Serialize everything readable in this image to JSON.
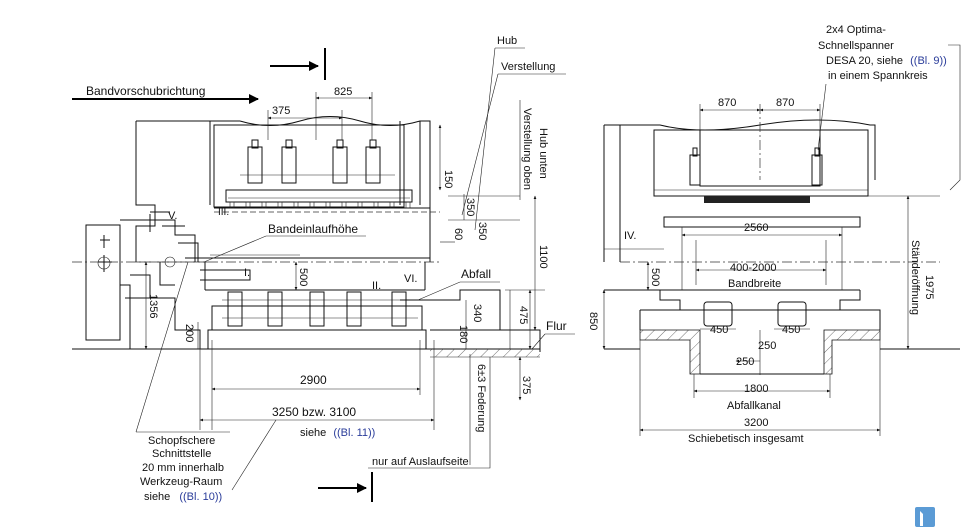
{
  "left_view": {
    "direction_label": "Bandvorschubrichtung",
    "dim_825": "825",
    "dim_375_top": "375",
    "dim_150": "150",
    "dim_350a": "350",
    "dim_350b": "350",
    "dim_60": "60",
    "dim_1100": "1100",
    "dim_500": "500",
    "dim_475": "475",
    "dim_340": "340",
    "dim_180": "180",
    "dim_200": "200",
    "dim_1356": "1356",
    "dim_375_side": "375",
    "dim_2900": "2900",
    "dim_3250": "3250  bzw.  3100",
    "dim_federung": "6±3  Federung",
    "label_hub": "Hub",
    "label_verstellung": "Verstellung",
    "label_hub_unten": "Hub unten",
    "label_verstellung_oben": "Verstellung oben",
    "label_bandeinlauf": "Bandeinlaufhöhe",
    "label_abfall": "Abfall",
    "label_flur": "Flur",
    "roman_I": "I.",
    "roman_II": "II.",
    "roman_III": "III.",
    "roman_V": "V.",
    "roman_VI": "VI.",
    "siehe_bl11_prefix": "siehe",
    "siehe_bl11_ref": "((Bl. 11))",
    "note_auslaufseite": "nur auf Auslaufseite",
    "note_schopfschere": "Schopfschere",
    "note_schnittstelle": "Schnittstelle",
    "note_20mm": "20 mm innerhalb",
    "note_werkzeug": "Werkzeug-Raum",
    "siehe_bl10_prefix": "siehe",
    "siehe_bl10_ref": "((Bl. 10))"
  },
  "right_view": {
    "note_line1": "2x4 Optima-",
    "note_line2": "Schnellspanner",
    "note_line3_prefix": "DESA 20, siehe",
    "note_line3_ref": "((Bl. 9))",
    "note_line4": "in einem Spannkreis",
    "dim_870a": "870",
    "dim_870b": "870",
    "dim_2560": "2560",
    "dim_400_2000": "400-2000",
    "label_bandbreite": "Bandbreite",
    "dim_500": "500",
    "dim_850": "850",
    "dim_450a": "450",
    "dim_450b": "450",
    "dim_250a": "250",
    "dim_250b": "250",
    "dim_1800": "1800",
    "label_abfallkanal": "Abfallkanal",
    "dim_3200": "3200",
    "label_schiebetisch": "Schiebetisch insgesamt",
    "dim_1975": "1975",
    "label_staenderoeffnung": "Ständeröffnung",
    "roman_IV": "IV."
  },
  "colors": {
    "reference_blue": "#2a3c9a",
    "logo": "#5b9bd5"
  }
}
